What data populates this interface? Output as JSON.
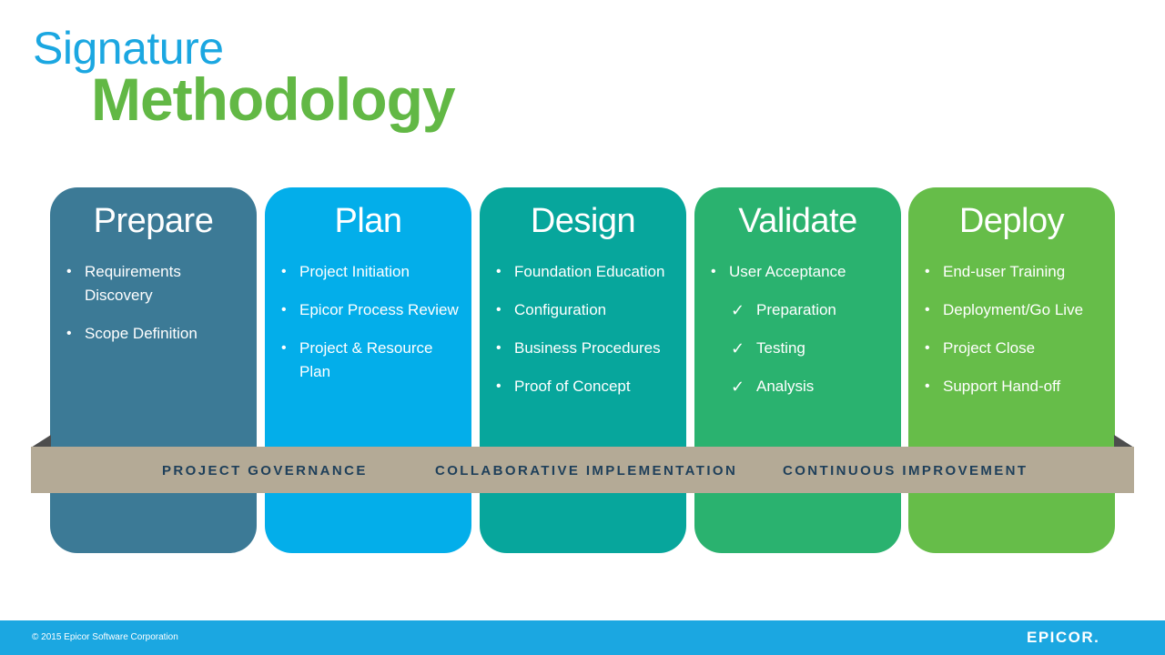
{
  "title": {
    "line1": "Signature",
    "line2": "Methodology"
  },
  "phases": [
    {
      "title": "Prepare",
      "color": "#3c7a96",
      "items": [
        "Requirements Discovery",
        "Scope Definition"
      ]
    },
    {
      "title": "Plan",
      "color": "#03aeea",
      "items": [
        "Project Initiation",
        "Epicor Process Review",
        "Project & Resource Plan"
      ]
    },
    {
      "title": "Design",
      "color": "#07a69c",
      "items": [
        "Foundation Education",
        "Configuration",
        "Business Procedures",
        "Proof of Concept"
      ]
    },
    {
      "title": "Validate",
      "color": "#2ab26f",
      "items": [
        "User Acceptance"
      ],
      "subitems": [
        "Preparation",
        "Testing",
        "Analysis"
      ]
    },
    {
      "title": "Deploy",
      "color": "#66bd49",
      "items": [
        "End-user Training",
        "Deployment/Go Live",
        "Project Close",
        "Support Hand-off"
      ]
    }
  ],
  "band": {
    "color": "#b4aa96",
    "labels": [
      "PROJECT GOVERNANCE",
      "COLLABORATIVE IMPLEMENTATION",
      "CONTINUOUS IMPROVEMENT"
    ]
  },
  "footer": {
    "copyright": "© 2015 Epicor Software Corporation",
    "logo": "EPICOR."
  },
  "colors": {
    "title_blue": "#1ba7e1",
    "title_green": "#62b845",
    "footer": "#1ba7e1",
    "band_text": "#1e3f5a"
  }
}
